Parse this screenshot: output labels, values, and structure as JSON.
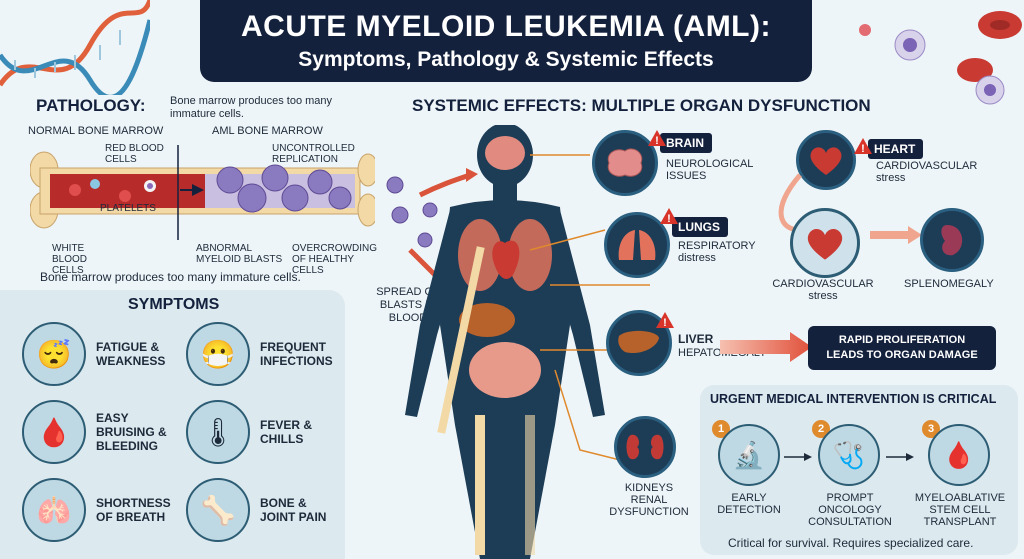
{
  "title": {
    "line1": "ACUTE MYELOID LEUKEMIA (AML):",
    "line2": "Symptoms, Pathology & Systemic Effects"
  },
  "pathology": {
    "heading": "PATHOLOGY:",
    "heading_desc": "Bone marrow produces too many immature cells.",
    "normal_label": "NORMAL BONE MARROW",
    "aml_label": "AML BONE MARROW",
    "red_blood_cells": "RED BLOOD CELLS",
    "platelets": "PLATELETS",
    "white_blood_cells": "WHITE BLOOD CELLS",
    "uncontrolled": "UNCONTROLLED REPLICATION",
    "abnormal_blasts": "ABNORMAL MYELOID BLASTS",
    "overcrowding": "OVERCROWDING OF HEALTHY CELLS",
    "caption": "Bone marrow produces too many immature cells."
  },
  "spread_label": "SPREAD OF BLASTS IN BLOOD",
  "symptoms": {
    "heading": "SYMPTOMS",
    "items": [
      {
        "label": "FATIGUE & WEAKNESS",
        "icon": "tired-person-icon"
      },
      {
        "label": "FREQUENT INFECTIONS",
        "icon": "infection-shield-icon"
      },
      {
        "label": "EASY BRUISING & BLEEDING",
        "icon": "bruise-icon"
      },
      {
        "label": "FEVER & CHILLS",
        "icon": "thermometer-icon"
      },
      {
        "label": "SHORTNESS OF BREATH",
        "icon": "lungs-icon"
      },
      {
        "label": "BONE & JOINT PAIN",
        "icon": "knee-joint-icon"
      }
    ]
  },
  "systemic": {
    "heading": "SYSTEMIC EFFECTS: MULTIPLE ORGAN DYSFUNCTION",
    "brain_tag": "BRAIN",
    "brain_desc": "NEUROLOGICAL ISSUES",
    "lungs_tag": "LUNGS",
    "lungs_desc_1": "RESPIRATORY",
    "lungs_desc_2": "distress",
    "liver_tag": "LIVER",
    "liver_desc": "HEPATOMEGALY",
    "kidneys_tag": "KIDNEYS",
    "kidneys_desc": "RENAL DYSFUNCTION",
    "heart_tag": "HEART",
    "heart_desc_1": "CARDIOVASCULAR",
    "heart_desc_2": "stress",
    "cardio_label_1": "CARDIOVASCULAR",
    "cardio_label_2": "stress",
    "spleen_label": "SPLENOMEGALY",
    "prolif_1": "RAPID PROLIFERATION",
    "prolif_2": "LEADS TO ORGAN DAMAGE"
  },
  "urgent": {
    "heading": "URGENT MEDICAL INTERVENTION IS CRITICAL",
    "steps": [
      {
        "num": "1",
        "label": "EARLY DETECTION",
        "icon": "microscope-icon"
      },
      {
        "num": "2",
        "label": "PROMPT ONCOLOGY CONSULTATION",
        "icon": "doctor-icon"
      },
      {
        "num": "3",
        "label": "MYELOABLATIVE STEM CELL TRANSPLANT",
        "icon": "blood-bag-icon"
      }
    ],
    "footer": "Critical for survival. Requires specialized care."
  },
  "colors": {
    "navy": "#14213d",
    "accent_red": "#d9543a",
    "panel": "#dce9ef",
    "orange": "#e08a2e"
  }
}
